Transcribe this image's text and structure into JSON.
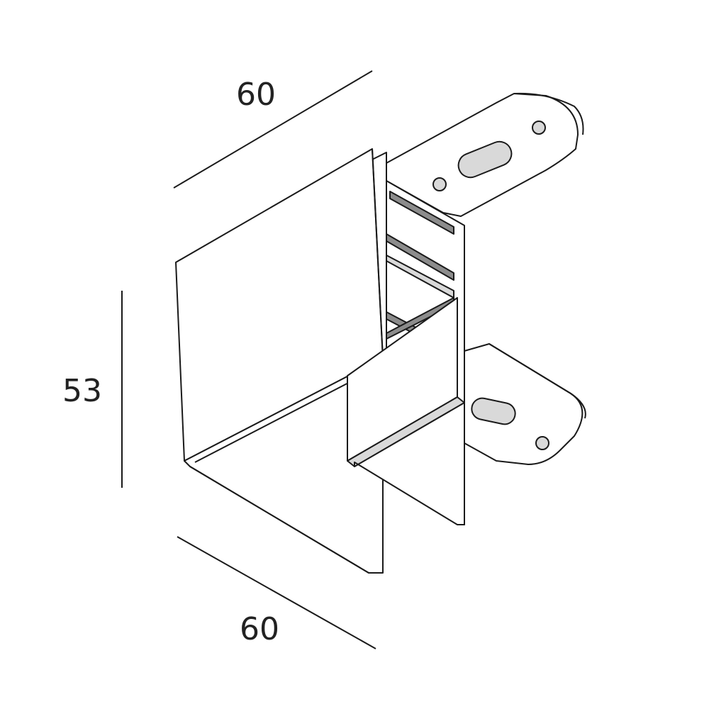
{
  "dimensions": {
    "top_width": "60",
    "height": "53",
    "bottom_width": "60"
  },
  "colors": {
    "line": "#1a1a1a",
    "fill": "#ffffff",
    "shade": "#d9d9d9",
    "dark_shade": "#8c8c8c"
  }
}
